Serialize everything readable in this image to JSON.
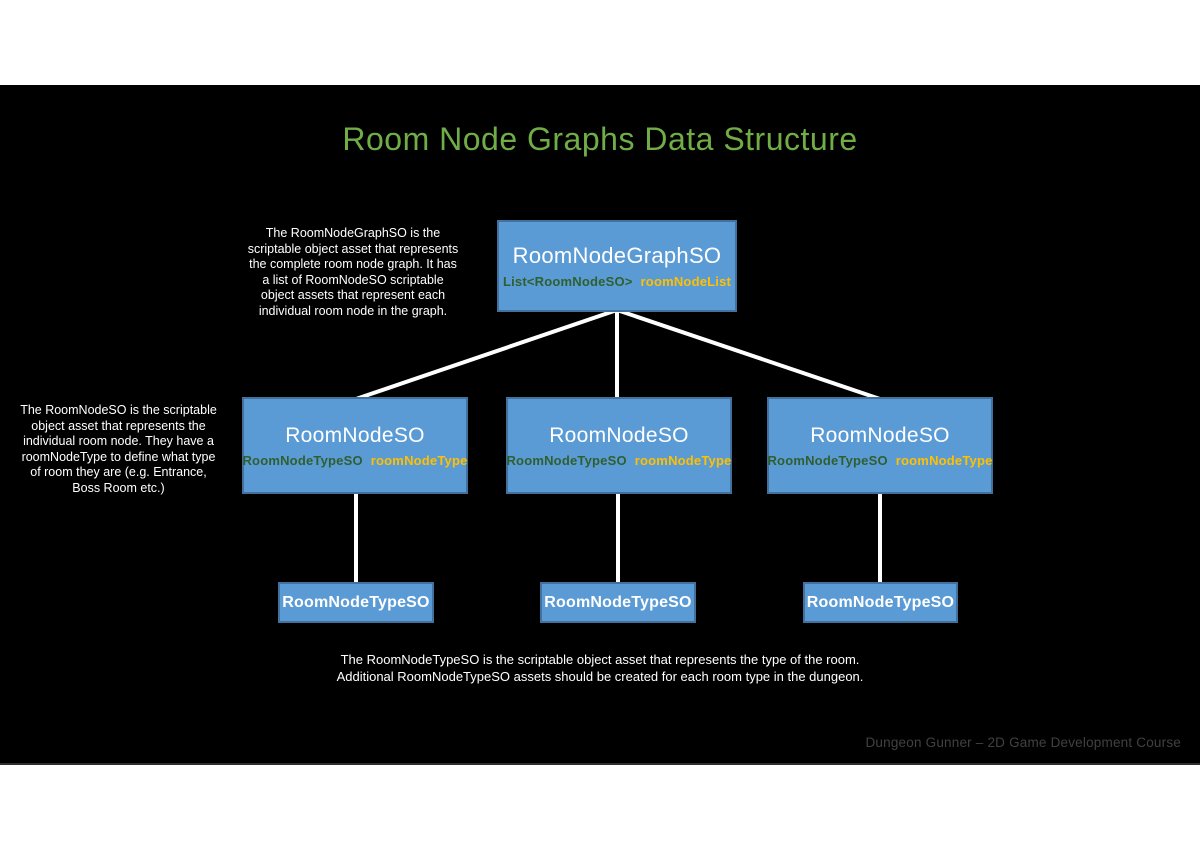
{
  "slide": {
    "title": "Room Node Graphs Data Structure",
    "footer": "Dungeon Gunner – 2D Game Development Course"
  },
  "colors": {
    "title_green": "#70AD47",
    "box_fill": "#5B9BD5",
    "box_border": "#41719C",
    "type_green": "#2F5F2F",
    "field_yellow": "#FFC000",
    "connector_white": "#FFFFFF",
    "slide_background": "#000000",
    "page_background": "#FFFFFF"
  },
  "nodes": {
    "graph": {
      "title": "RoomNodeGraphSO",
      "field_type": "List<RoomNodeSO>",
      "field_name": "roomNodeList"
    },
    "room_nodes": [
      {
        "title": "RoomNodeSO",
        "field_type": "RoomNodeTypeSO",
        "field_name": "roomNodeType"
      },
      {
        "title": "RoomNodeSO",
        "field_type": "RoomNodeTypeSO",
        "field_name": "roomNodeType"
      },
      {
        "title": "RoomNodeSO",
        "field_type": "RoomNodeTypeSO",
        "field_name": "roomNodeType"
      }
    ],
    "type_nodes": [
      {
        "label": "RoomNodeTypeSO"
      },
      {
        "label": "RoomNodeTypeSO"
      },
      {
        "label": "RoomNodeTypeSO"
      }
    ]
  },
  "annotations": {
    "graph_note": "The RoomNodeGraphSO is the\nscriptable object asset that represents\nthe complete room node graph.  It has\na list of RoomNodeSO scriptable\nobject assets that represent each\nindividual room node in the graph.",
    "node_note": "The RoomNodeSO is the scriptable\nobject asset that represents the\nindividual room node.  They have a\nroomNodeType to define what type\nof room they are (e.g. Entrance,\nBoss Room etc.)",
    "type_note": "The RoomNodeTypeSO is the scriptable object asset that represents the type of the room.\nAdditional RoomNodeTypeSO assets should be created for each room type in the dungeon."
  }
}
